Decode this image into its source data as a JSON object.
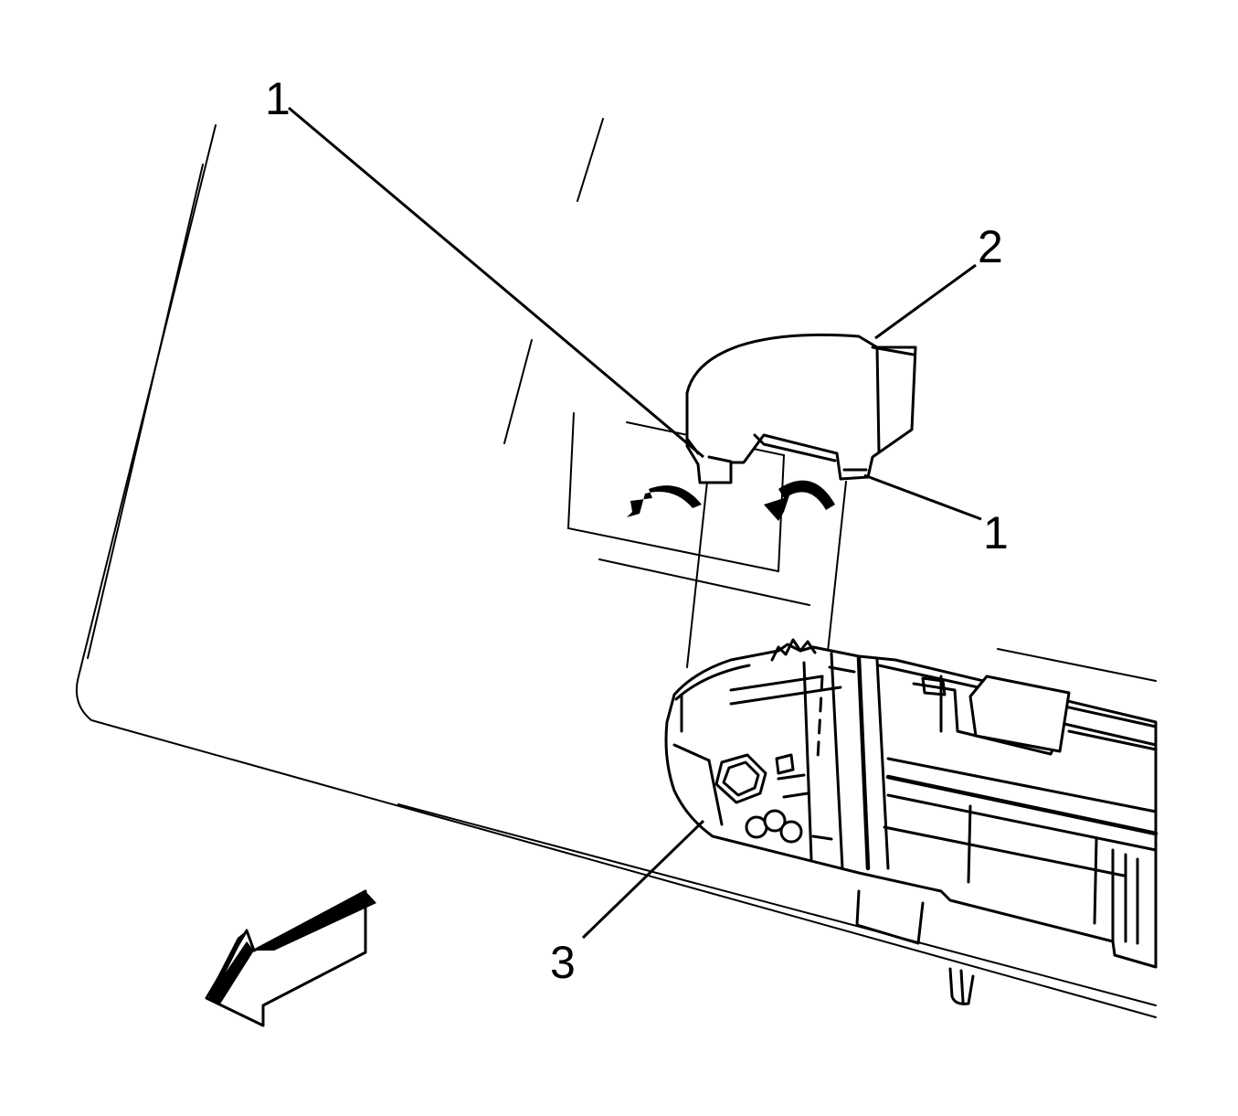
{
  "callouts": [
    {
      "id": "callout-1-top",
      "label": "1"
    },
    {
      "id": "callout-2",
      "label": "2"
    },
    {
      "id": "callout-1-right",
      "label": "1"
    },
    {
      "id": "callout-3",
      "label": "3"
    }
  ],
  "icons": {
    "direction_arrow": "front-direction-arrow-icon",
    "rotation_left": "rotate-counterclockwise-arrow-icon",
    "rotation_right": "rotate-counterclockwise-arrow-icon"
  },
  "colors": {
    "line": "#000000",
    "background": "#ffffff"
  }
}
